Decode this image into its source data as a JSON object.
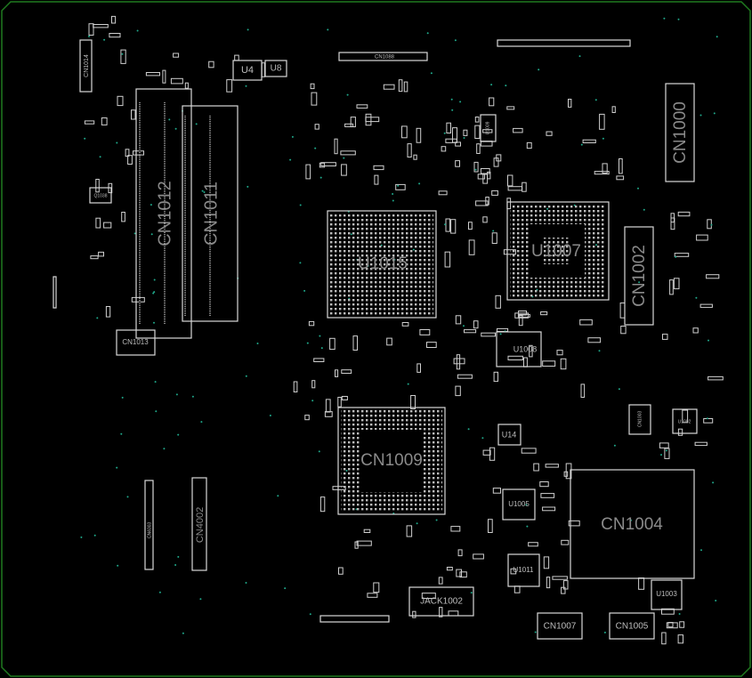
{
  "board": {
    "outline_color": "#1f7a1f",
    "component_color": "#d8d8d8",
    "via_color": "#1fa88a",
    "components": {
      "cn1012": "CN1012",
      "cn1011": "CN1011",
      "u1015": "U1015",
      "u1007": "U1007",
      "cn1000": "CN1000",
      "cn1002": "CN1002",
      "cn1009": "CN1009",
      "cn1004": "CN1004",
      "u1008": "U1008",
      "u14": "U14",
      "u1005": "U1005",
      "u1011": "U1011",
      "u1003": "U1003",
      "cn1007": "CN1007",
      "cn1005": "CN1005",
      "jack1002": "JACK1002",
      "cn1013": "CN1013",
      "cn1014": "CN1014",
      "cn1088": "CN1088",
      "u4": "U4",
      "u8": "U8",
      "u1009": "U1009",
      "cn1003": "CN1003",
      "u1002": "U1002",
      "cn4003": "CN4003",
      "cn4002": "CN4002",
      "q1038": "Q1038"
    }
  }
}
